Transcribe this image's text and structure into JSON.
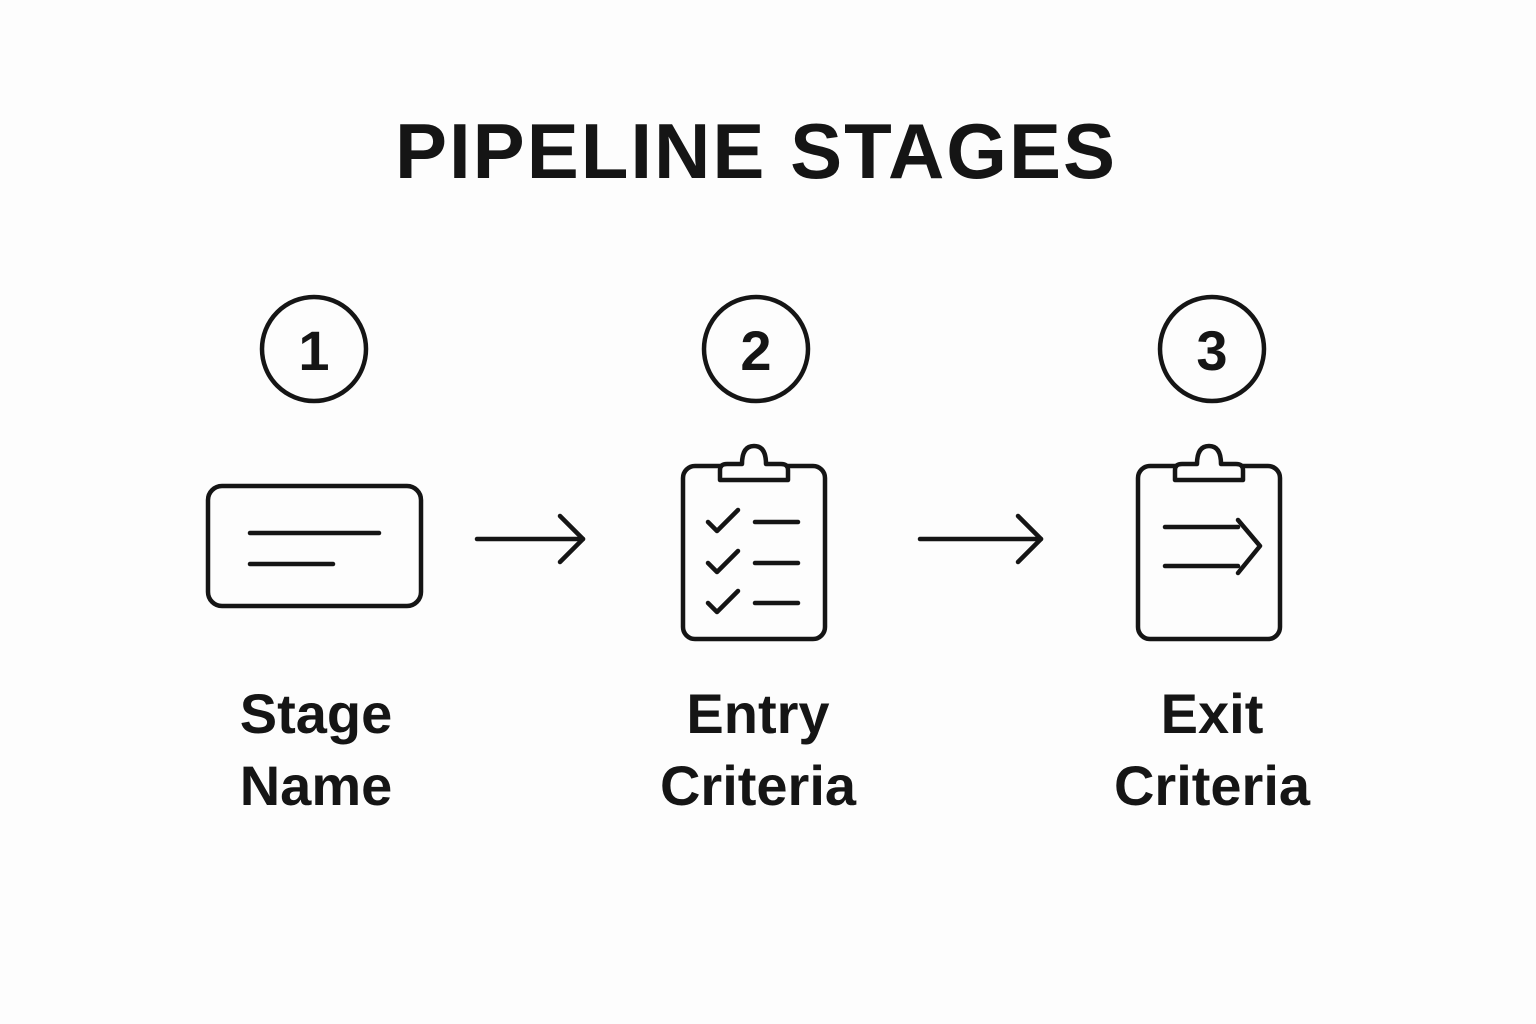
{
  "title": "PIPELINE STAGES",
  "stages": [
    {
      "number": "1",
      "label_line1": "Stage",
      "label_line2": "Name",
      "icon": "card-icon"
    },
    {
      "number": "2",
      "label_line1": "Entry",
      "label_line2": "Criteria",
      "icon": "clipboard-checklist-icon"
    },
    {
      "number": "3",
      "label_line1": "Exit",
      "label_line2": "Criteria",
      "icon": "clipboard-arrow-icon"
    }
  ],
  "colors": {
    "foreground": "#151515",
    "background": "#fdfdfd"
  }
}
